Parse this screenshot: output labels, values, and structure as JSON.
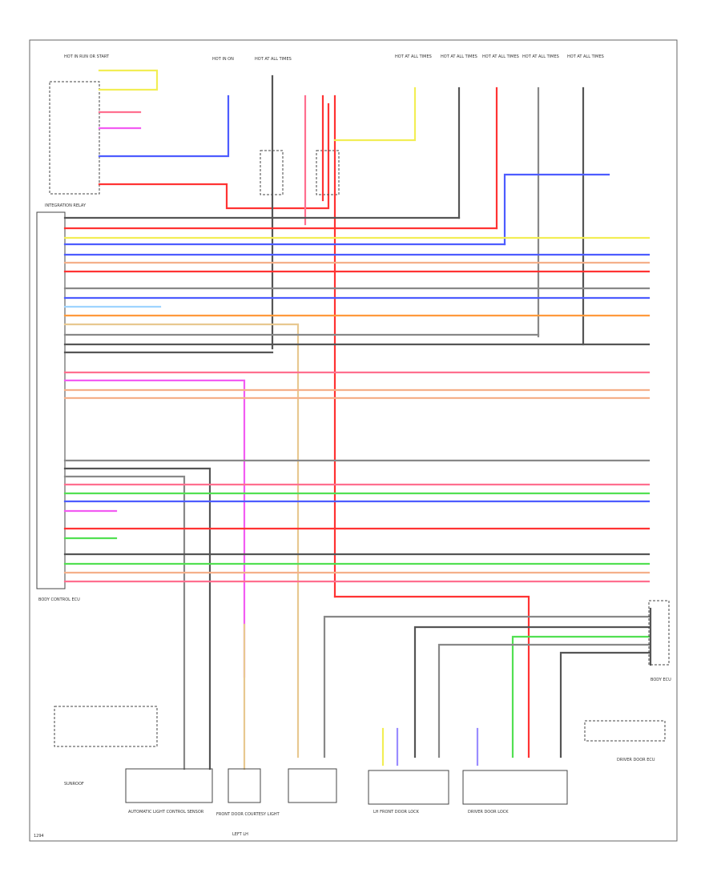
{
  "colors": {
    "red": "#ff3333",
    "blue": "#4d5cff",
    "yellow": "#f2ee55",
    "pink": "#ff6f8f",
    "salmon": "#f5b08a",
    "orange": "#ff9a3c",
    "gray": "#888888",
    "darkgray": "#555555",
    "magenta": "#f25cf2",
    "green": "#52e052",
    "lightgreen": "#9ff09f",
    "lightblue": "#9fd4ff",
    "tan": "#e8c890",
    "violet": "#9a8cff",
    "black": "#222222"
  },
  "labels": {
    "left_fuse": "HOT IN RUN OR START",
    "top_fuse_1": "HOT IN ON",
    "top_fuse_2": "HOT AT ALL TIMES",
    "right_fuse_1": "HOT AT ALL TIMES",
    "right_fuse_2": "HOT AT ALL TIMES",
    "right_fuse_3": "HOT AT ALL TIMES",
    "right_fuse_4": "HOT AT ALL TIMES",
    "right_fuse_5": "HOT AT ALL TIMES",
    "integration_relay": "INTEGRATION RELAY",
    "right_connector": "BODY ECU",
    "body_ecu": "BODY CONTROL ECU",
    "bottom_left": "SUNROOF",
    "bottom_mid": "AUTOMATIC LIGHT CONTROL SENSOR",
    "bottom_mid2": "FRONT DOOR COURTESY LIGHT",
    "bottom_mid3": "LEFT LH",
    "bottom_right1": "LH FRONT DOOR LOCK",
    "bottom_right2": "DRIVER DOOR LOCK",
    "bottom_far_right": "DRIVER DOOR ECU",
    "page_code": "1294"
  }
}
